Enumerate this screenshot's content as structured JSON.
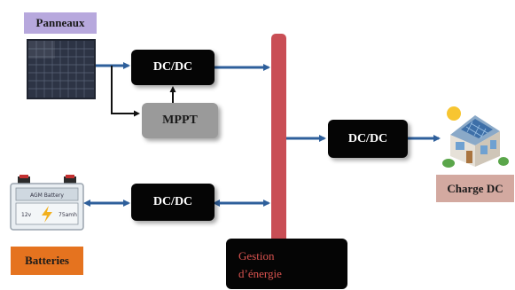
{
  "labels": {
    "panneaux": "Panneaux",
    "batteries": "Batteries",
    "charge": "Charge DC"
  },
  "blocks": {
    "dcdc_panel": "DC/DC",
    "mppt": "MPPT",
    "dcdc_battery": "DC/DC",
    "dcdc_load": "DC/DC",
    "gestion_line1": "Gestion",
    "gestion_line2": "d’énergie"
  },
  "battery_icon": {
    "top_text": "AGM Battery",
    "mid_text": "",
    "left_text": "12v",
    "right_text": "75amh"
  },
  "colors": {
    "arrow": "#2e5f9b",
    "bus": "#c94e55",
    "panel_label_bg": "#b7a8dd",
    "battery_label_bg": "#e5731f",
    "charge_label_bg": "#d3a9a0",
    "mppt_bg": "#9a9a9a"
  },
  "icons": [
    "solar-panel-icon",
    "battery-icon",
    "house-icon"
  ]
}
